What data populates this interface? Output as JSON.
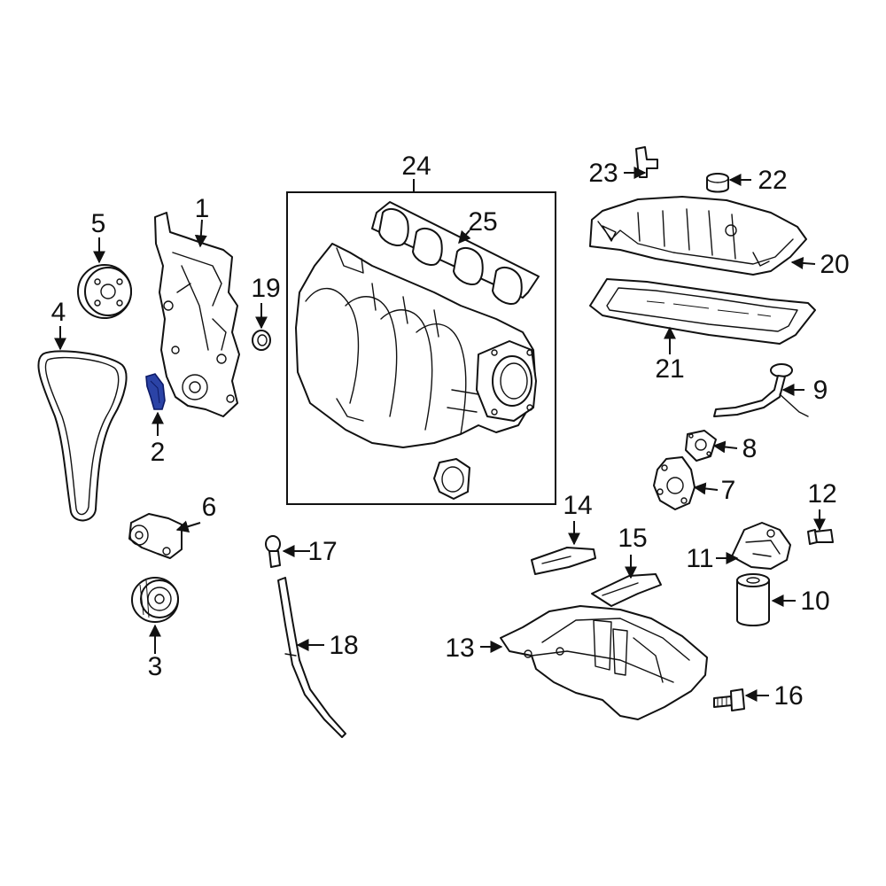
{
  "diagram": {
    "callouts": [
      {
        "id": "1",
        "label": "1"
      },
      {
        "id": "2",
        "label": "2"
      },
      {
        "id": "3",
        "label": "3"
      },
      {
        "id": "4",
        "label": "4"
      },
      {
        "id": "5",
        "label": "5"
      },
      {
        "id": "6",
        "label": "6"
      },
      {
        "id": "7",
        "label": "7"
      },
      {
        "id": "8",
        "label": "8"
      },
      {
        "id": "9",
        "label": "9"
      },
      {
        "id": "10",
        "label": "10"
      },
      {
        "id": "11",
        "label": "11"
      },
      {
        "id": "12",
        "label": "12"
      },
      {
        "id": "13",
        "label": "13"
      },
      {
        "id": "14",
        "label": "14"
      },
      {
        "id": "15",
        "label": "15"
      },
      {
        "id": "16",
        "label": "16"
      },
      {
        "id": "17",
        "label": "17"
      },
      {
        "id": "18",
        "label": "18"
      },
      {
        "id": "19",
        "label": "19"
      },
      {
        "id": "20",
        "label": "20"
      },
      {
        "id": "21",
        "label": "21"
      },
      {
        "id": "22",
        "label": "22"
      },
      {
        "id": "23",
        "label": "23"
      },
      {
        "id": "24",
        "label": "24"
      },
      {
        "id": "25",
        "label": "25"
      }
    ],
    "highlighted_part": "2",
    "highlight_color": "#2b43a6"
  }
}
